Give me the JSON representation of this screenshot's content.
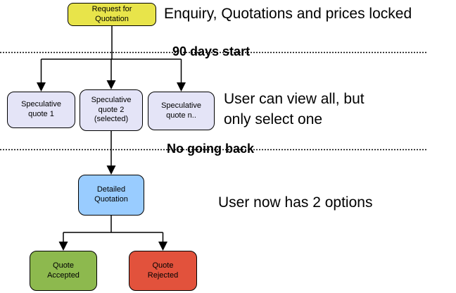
{
  "diagram": {
    "title_hint": "Quotation process flowchart",
    "nodes": {
      "request": {
        "label": "Request for\nQuotation",
        "color": "#e8e44a"
      },
      "spec1": {
        "label": "Speculative\nquote 1",
        "color": "#e4e4f7"
      },
      "spec2": {
        "label": "Speculative\nquote 2\n(selected)",
        "color": "#e4e4f7"
      },
      "specn": {
        "label": "Speculative\nquote n..",
        "color": "#e4e4f7"
      },
      "detailed": {
        "label": "Detailed\nQuotation",
        "color": "#99ccff"
      },
      "accepted": {
        "label": "Quote\nAccepted",
        "color": "#8db94e"
      },
      "rejected": {
        "label": "Quote\nRejected",
        "color": "#e2523c"
      }
    },
    "annotations": {
      "enquiry": "Enquiry, Quotations and prices locked",
      "view_all": "User can view all, but\nonly select one",
      "options": "User now has 2 options"
    },
    "phase_lines": {
      "phase1": "90 days start",
      "phase2": "No going back"
    },
    "line_color": "#000000"
  }
}
